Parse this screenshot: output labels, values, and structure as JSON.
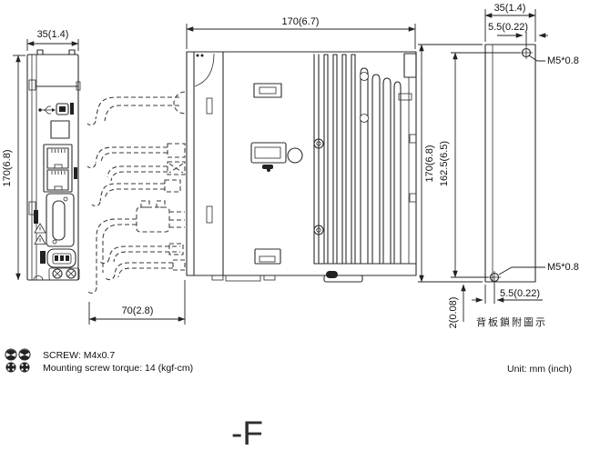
{
  "diagram": {
    "front": {
      "width_dim": "35(1.4)",
      "height_dim": "170(6.8)"
    },
    "side": {
      "width_dim": "170(6.7)",
      "depth_dim": "70(2.8)"
    },
    "plate": {
      "width_dim": "35(1.4)",
      "top_offset_dim": "5.5(0.22)",
      "screw_top_label": "M5*0.8",
      "height_dim": "170(6.8)",
      "pitch_dim": "162.5(6.5)",
      "screw_bottom_label": "M5*0.8",
      "bottom_offset_dim": "5.5(0.22)",
      "edge_dim": "2(0.08)",
      "caption": "背板鎖附圖示"
    },
    "notes": {
      "screw_spec": "SCREW: M4x0.7",
      "torque_spec": "Mounting screw torque: 14 (kgf-cm)",
      "unit": "Unit: mm (inch)"
    },
    "footer": {
      "model_suffix": "-F"
    },
    "line_color": "#2b2b2b"
  }
}
